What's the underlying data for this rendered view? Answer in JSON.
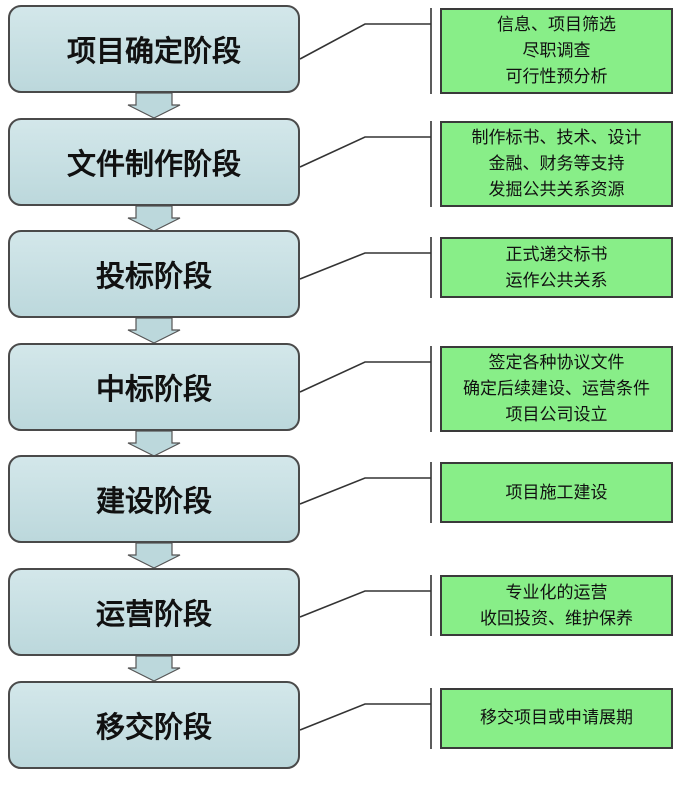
{
  "stages": [
    {
      "title": "项目确定阶段",
      "notes": [
        "信息、项目筛选",
        "尽职调查",
        "可行性预分析"
      ]
    },
    {
      "title": "文件制作阶段",
      "notes": [
        "制作标书、技术、设计",
        "金融、财务等支持",
        "发掘公共关系资源"
      ]
    },
    {
      "title": "投标阶段",
      "notes": [
        "正式递交标书",
        "运作公共关系"
      ]
    },
    {
      "title": "中标阶段",
      "notes": [
        "签定各种协议文件",
        "确定后续建设、运营条件",
        "项目公司设立"
      ]
    },
    {
      "title": "建设阶段",
      "notes": [
        "项目施工建设"
      ]
    },
    {
      "title": "运营阶段",
      "notes": [
        "专业化的运营",
        "收回投资、维护保养"
      ]
    },
    {
      "title": "移交阶段",
      "notes": [
        "移交项目或申请展期"
      ]
    }
  ],
  "colors": {
    "stage_fill": "#c5dfe3",
    "note_fill": "#88ee88",
    "line": "#333333"
  }
}
